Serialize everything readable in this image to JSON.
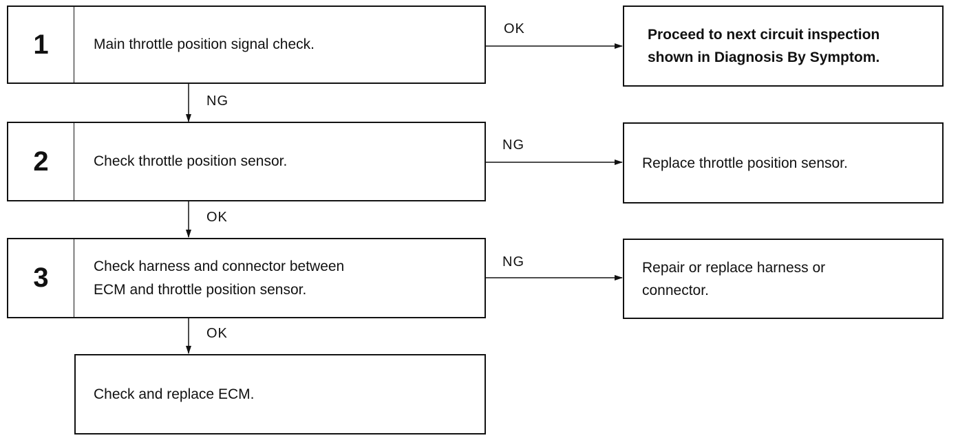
{
  "steps": [
    {
      "number": "1",
      "text": "Main throttle position signal check."
    },
    {
      "number": "2",
      "text": "Check throttle position sensor."
    },
    {
      "number": "3",
      "text": "Check harness and connector between\nECM and throttle position sensor."
    }
  ],
  "final_step": {
    "text": "Check and replace ECM."
  },
  "results": [
    {
      "text": "Proceed to next circuit inspection\nshown in Diagnosis By Symptom."
    },
    {
      "text": "Replace throttle position sensor."
    },
    {
      "text": "Repair or replace harness or\nconnector."
    }
  ],
  "branch_labels": [
    "OK",
    "NG",
    "NG"
  ],
  "down_labels": [
    "NG",
    "OK",
    "OK"
  ]
}
